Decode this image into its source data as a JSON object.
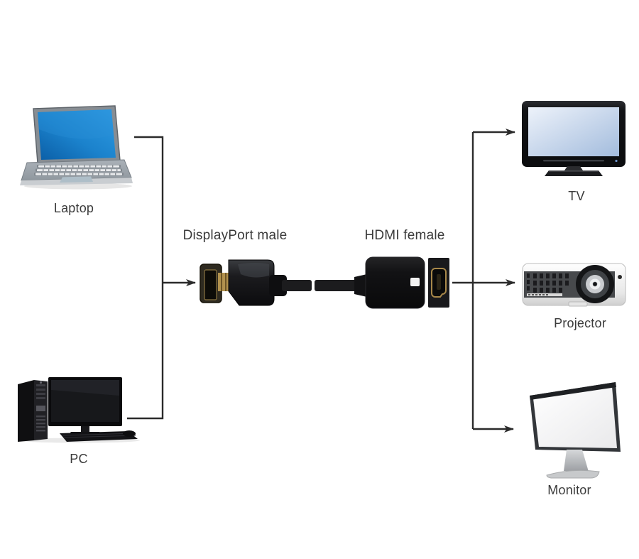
{
  "diagram": {
    "inputs": [
      {
        "id": "laptop",
        "label": "Laptop"
      },
      {
        "id": "pc",
        "label": "PC"
      }
    ],
    "adapter": {
      "connector_left": "DisplayPort male",
      "connector_right": "HDMI female"
    },
    "outputs": [
      {
        "id": "tv",
        "label": "TV"
      },
      {
        "id": "projector",
        "label": "Projector"
      },
      {
        "id": "monitor",
        "label": "Monitor"
      }
    ],
    "colors": {
      "arrow_line": "#2b2b2b",
      "label_text": "#3b3b3b",
      "laptop_screen_blue": "#1878c8",
      "tv_screen_blue": "#b9cde8",
      "connector_gold": "#b2924e",
      "adapter_black": "#141414"
    }
  }
}
